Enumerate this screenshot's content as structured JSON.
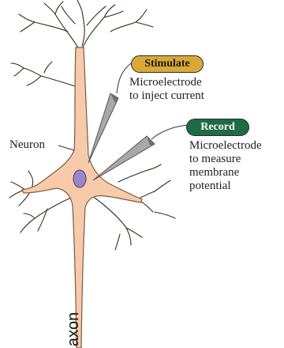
{
  "colors": {
    "cell_fill": "#f7cba9",
    "cell_stroke": "#7a5a45",
    "nucleus_fill": "#9c86c8",
    "stimulate_pill": "#d9a836",
    "record_pill": "#1f6b43",
    "electrode": "#9a9a9a"
  },
  "labels": {
    "stimulate": "Stimulate",
    "stimulate_caption": [
      "Microelectrode",
      "to inject current"
    ],
    "record": "Record",
    "record_caption": [
      "Microelectrode",
      "to measure",
      "membrane",
      "potential"
    ],
    "neuron": "Neuron",
    "axon": "axon"
  }
}
